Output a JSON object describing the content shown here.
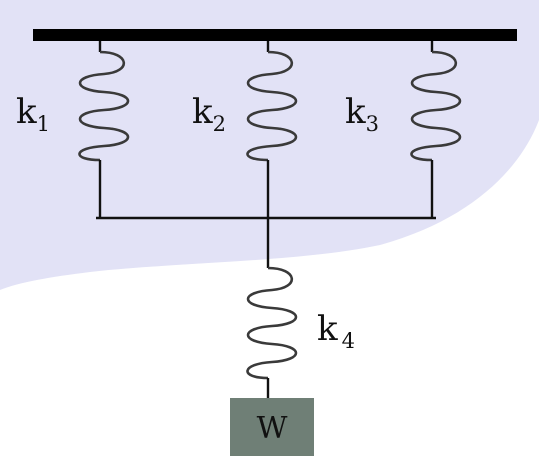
{
  "diagram": {
    "colors": {
      "background_blob": "#e2e2f6",
      "beam": "#000000",
      "weight_block": "#6f7f76",
      "spring": "#3a3a3a",
      "wire": "#111111"
    },
    "springs": [
      {
        "id": "k1",
        "label_main": "k",
        "label_sub": "1"
      },
      {
        "id": "k2",
        "label_main": "k",
        "label_sub": "2"
      },
      {
        "id": "k3",
        "label_main": "k",
        "label_sub": "3"
      },
      {
        "id": "k4",
        "label_main": "k",
        "label_sub": "4"
      }
    ],
    "weight": {
      "label": "W"
    }
  }
}
